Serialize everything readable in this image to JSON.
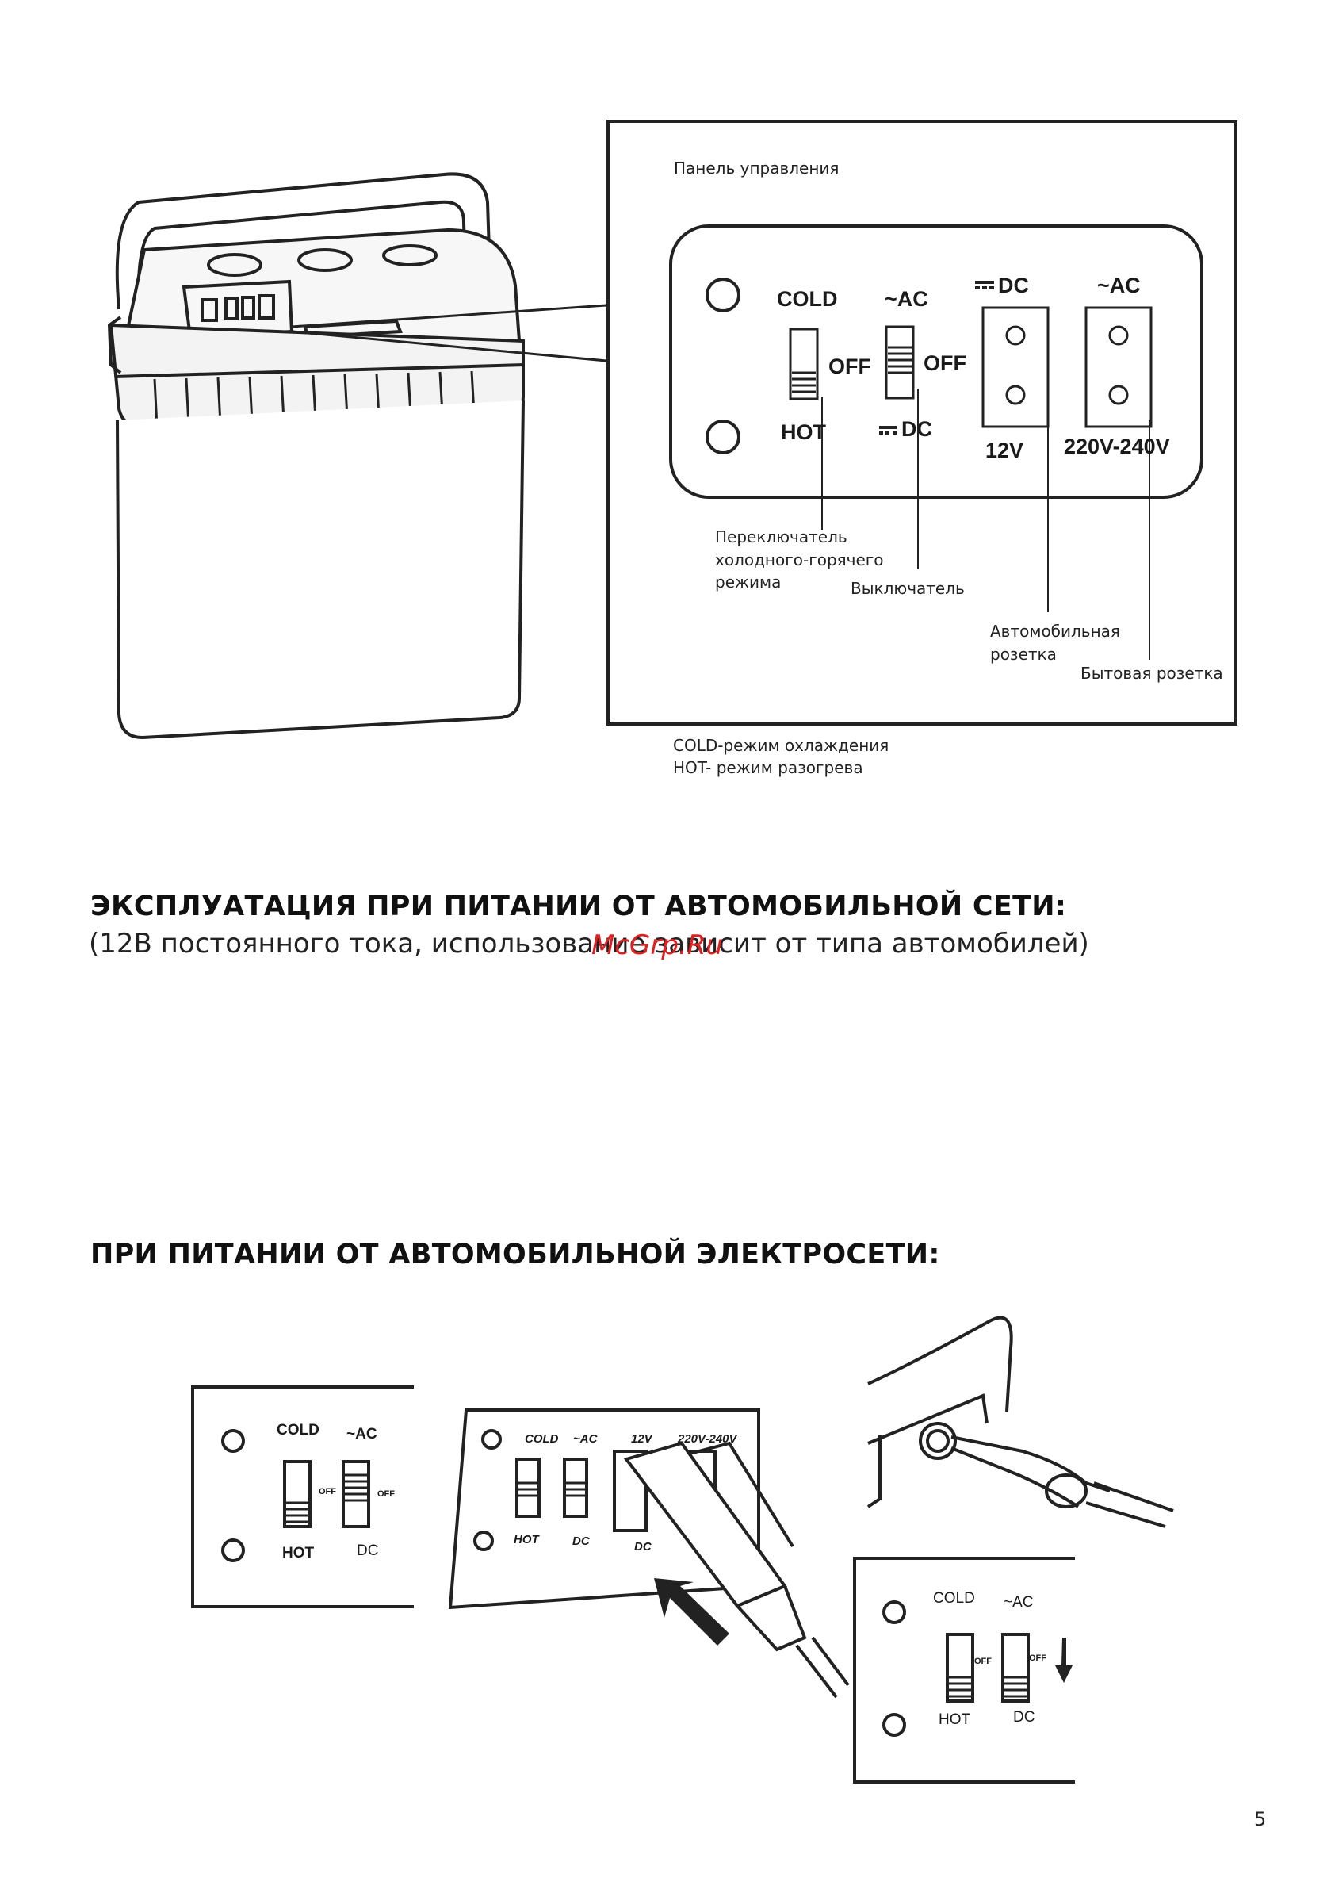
{
  "control_panel": {
    "title": "Панель управления",
    "cold_label": "COLD",
    "hot_label": "HOT",
    "off_label_1": "OFF",
    "off_label_2": "OFF",
    "ac_label": "~AC",
    "dc_label": "DC",
    "dc_socket_label": "DC",
    "ac_socket_label": "~AC",
    "socket_12v": "12V",
    "socket_220": "220V-240V"
  },
  "callouts": {
    "switch_mode": [
      "Переключатель",
      "холодного-горячего",
      "режима"
    ],
    "power_switch": "Выключатель",
    "car_socket": [
      "Автомобильная",
      "розетка"
    ],
    "home_socket": "Бытовая розетка"
  },
  "legend": [
    "COLD-режим охлаждения",
    "HOT- режим разогрева"
  ],
  "section1": {
    "heading": "ЭКСПЛУАТАЦИЯ ПРИ ПИТАНИИ ОТ АВТОМОБИЛЬНОЙ СЕТИ:",
    "subtext": "(12В постоянного тока, использование зависит от типа автомобилей)"
  },
  "watermark": "McGrp.Ru",
  "section2": {
    "heading": "ПРИ ПИТАНИИ ОТ АВТОМОБИЛЬНОЙ ЭЛЕКТРОСЕТИ:"
  },
  "small_panels": {
    "cold": "COLD",
    "ac": "~AC",
    "off": "OFF",
    "hot": "HOT",
    "dc": "DC",
    "v12": "12V",
    "v220": "220V-240V"
  },
  "page_number": "5"
}
